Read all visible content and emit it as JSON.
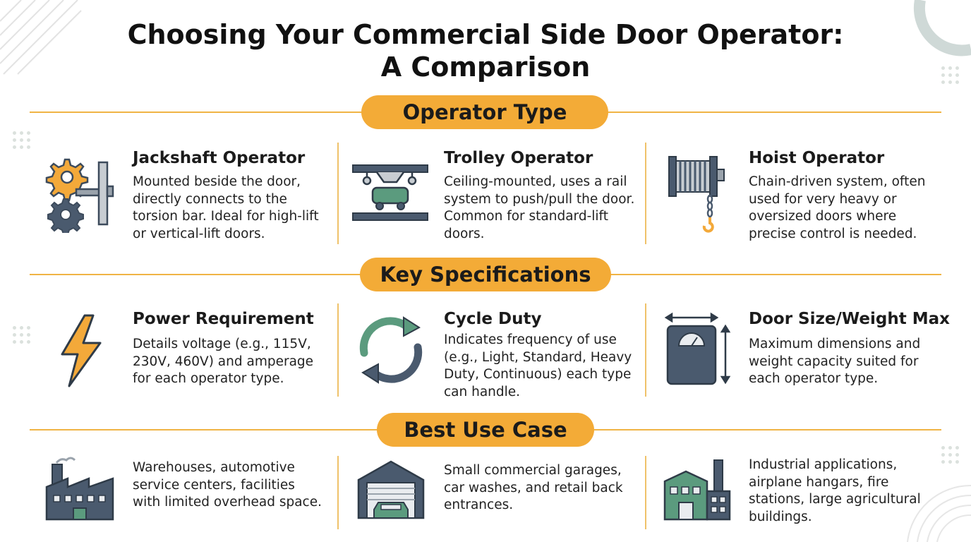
{
  "title": {
    "line1": "Choosing Your Commercial Side Door Operator:",
    "line2": "A Comparison"
  },
  "colors": {
    "accent": "#f3ab37",
    "rule": "#f0b444",
    "slate": "#4a5a6e",
    "green": "#5b9b7e",
    "gear_orange": "#f3a93a"
  },
  "sections": [
    {
      "label": "Operator Type",
      "items": [
        {
          "icon": "gears-jackshaft-icon",
          "heading": "Jackshaft Operator",
          "desc": "Mounted beside the door, directly connects to the torsion bar. Ideal for high-lift or vertical-lift doors."
        },
        {
          "icon": "trolley-rail-icon",
          "heading": "Trolley Operator",
          "desc": "Ceiling-mounted, uses a rail system to push/pull the door. Common for standard-lift doors."
        },
        {
          "icon": "hoist-chain-icon",
          "heading": "Hoist Operator",
          "desc": "Chain-driven system, often used for very heavy or oversized doors where precise control is needed."
        }
      ]
    },
    {
      "label": "Key Specifications",
      "items": [
        {
          "icon": "lightning-bolt-icon",
          "heading": "Power Requirement",
          "desc": "Details voltage (e.g., 115V, 230V, 460V) and amperage for each operator type."
        },
        {
          "icon": "cycle-arrows-icon",
          "heading": "Cycle Duty",
          "desc": "Indicates frequency of use (e.g., Light, Standard, Heavy Duty, Continuous) each type can handle."
        },
        {
          "icon": "door-size-scale-icon",
          "heading": "Door Size/Weight Max",
          "desc": "Maximum dimensions and weight capacity suited for each operator type."
        }
      ]
    },
    {
      "label": "Best Use Case",
      "items": [
        {
          "icon": "factory-icon",
          "heading": "",
          "desc": "Warehouses, automotive service centers, facilities with limited overhead space."
        },
        {
          "icon": "garage-car-icon",
          "heading": "",
          "desc": "Small commercial garages, car washes, and retail back entrances."
        },
        {
          "icon": "industrial-building-icon",
          "heading": "",
          "desc": "Industrial applications, airplane hangars, fire stations, large agricultural buildings."
        }
      ]
    }
  ]
}
